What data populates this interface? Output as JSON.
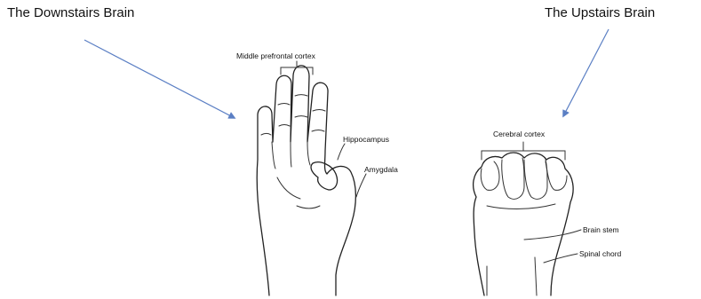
{
  "titles": {
    "left": "The Downstairs Brain",
    "right": "The Upstairs Brain"
  },
  "labels": {
    "middle_prefrontal_cortex": "Middle prefrontal cortex",
    "hippocampus": "Hippocampus",
    "amygdala": "Amygdala",
    "cerebral_cortex": "Cerebral cortex",
    "brain_stem": "Brain stem",
    "spinal_chord": "Spinal chord"
  },
  "colors": {
    "arrow": "#5b7fc4",
    "line": "#222222"
  }
}
